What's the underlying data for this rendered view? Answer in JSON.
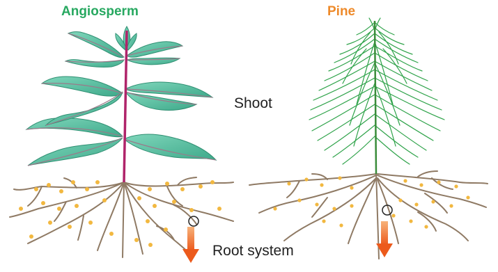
{
  "labels": {
    "angiosperm": "Angiosperm",
    "pine": "Pine",
    "shoot": "Shoot",
    "root_system": "Root system"
  },
  "colors": {
    "angiosperm_title": "#27a860",
    "pine_title": "#ee8a2a",
    "leaf_fill": "#5fc4a6",
    "leaf_vein": "#9a7a8a",
    "stem": "#b0246a",
    "needle": "#2fa34a",
    "root": "#8f7a64",
    "root_hair": "#f2b840",
    "arrow": "#f06a2a"
  },
  "icons": [
    "angiosperm-plant-icon",
    "pine-tree-icon",
    "root-arrow-icon",
    "magnifier-circle-icon"
  ]
}
